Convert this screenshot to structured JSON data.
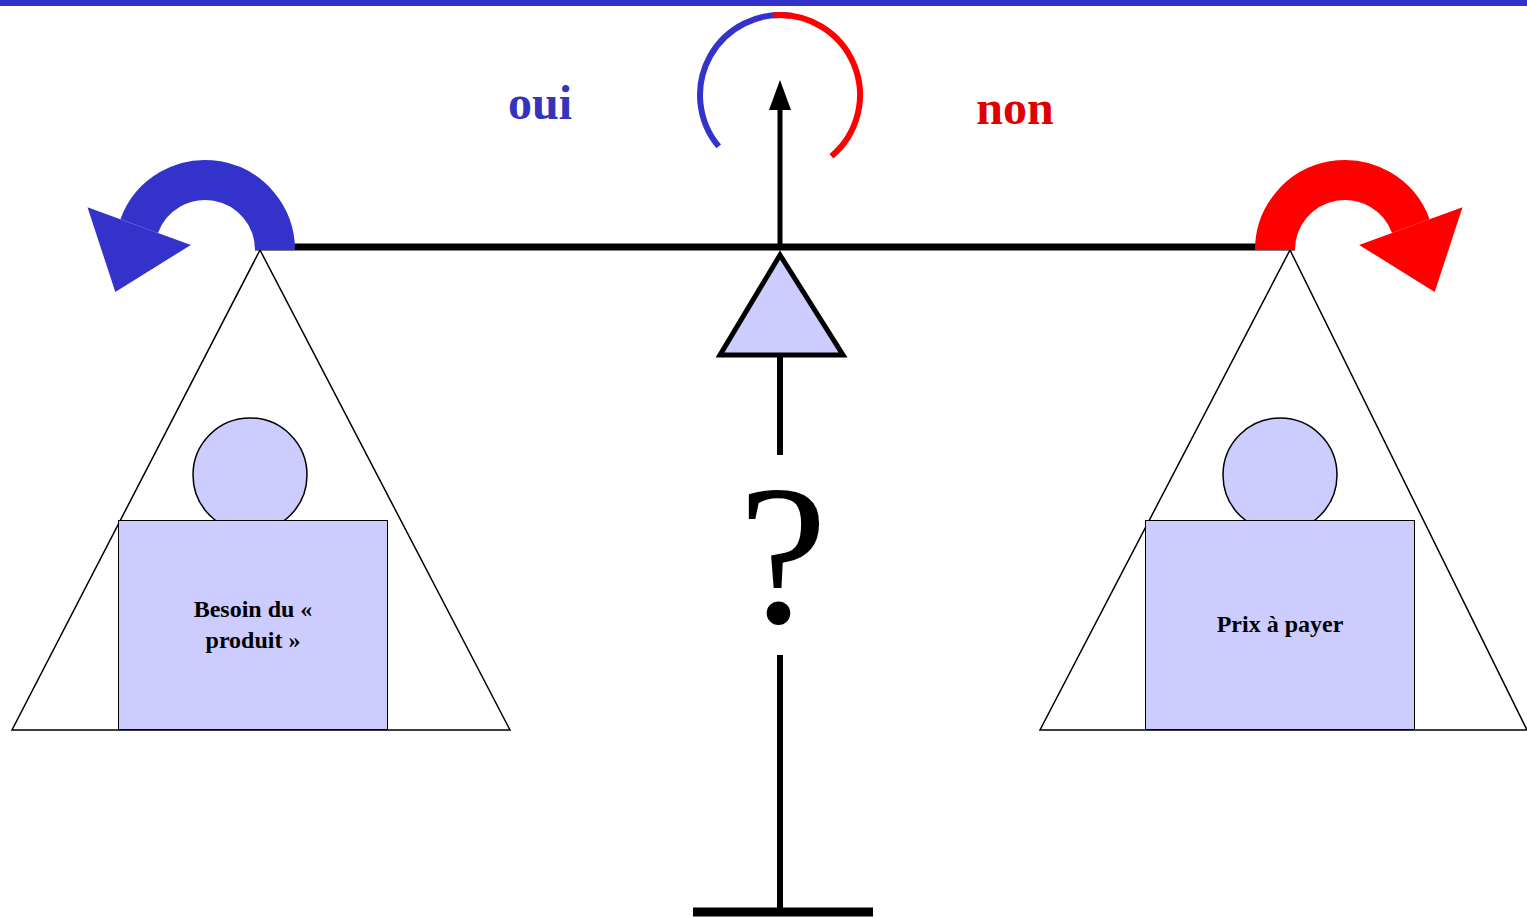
{
  "diagram": {
    "nodes": [
      {
        "text": [
          "Besoin du « produit »"
        ]
      },
      {
        "text": [
          "Prix à payer"
        ]
      }
    ],
    "edges": [],
    "labels": [
      "oui",
      "non",
      "?"
    ]
  }
}
